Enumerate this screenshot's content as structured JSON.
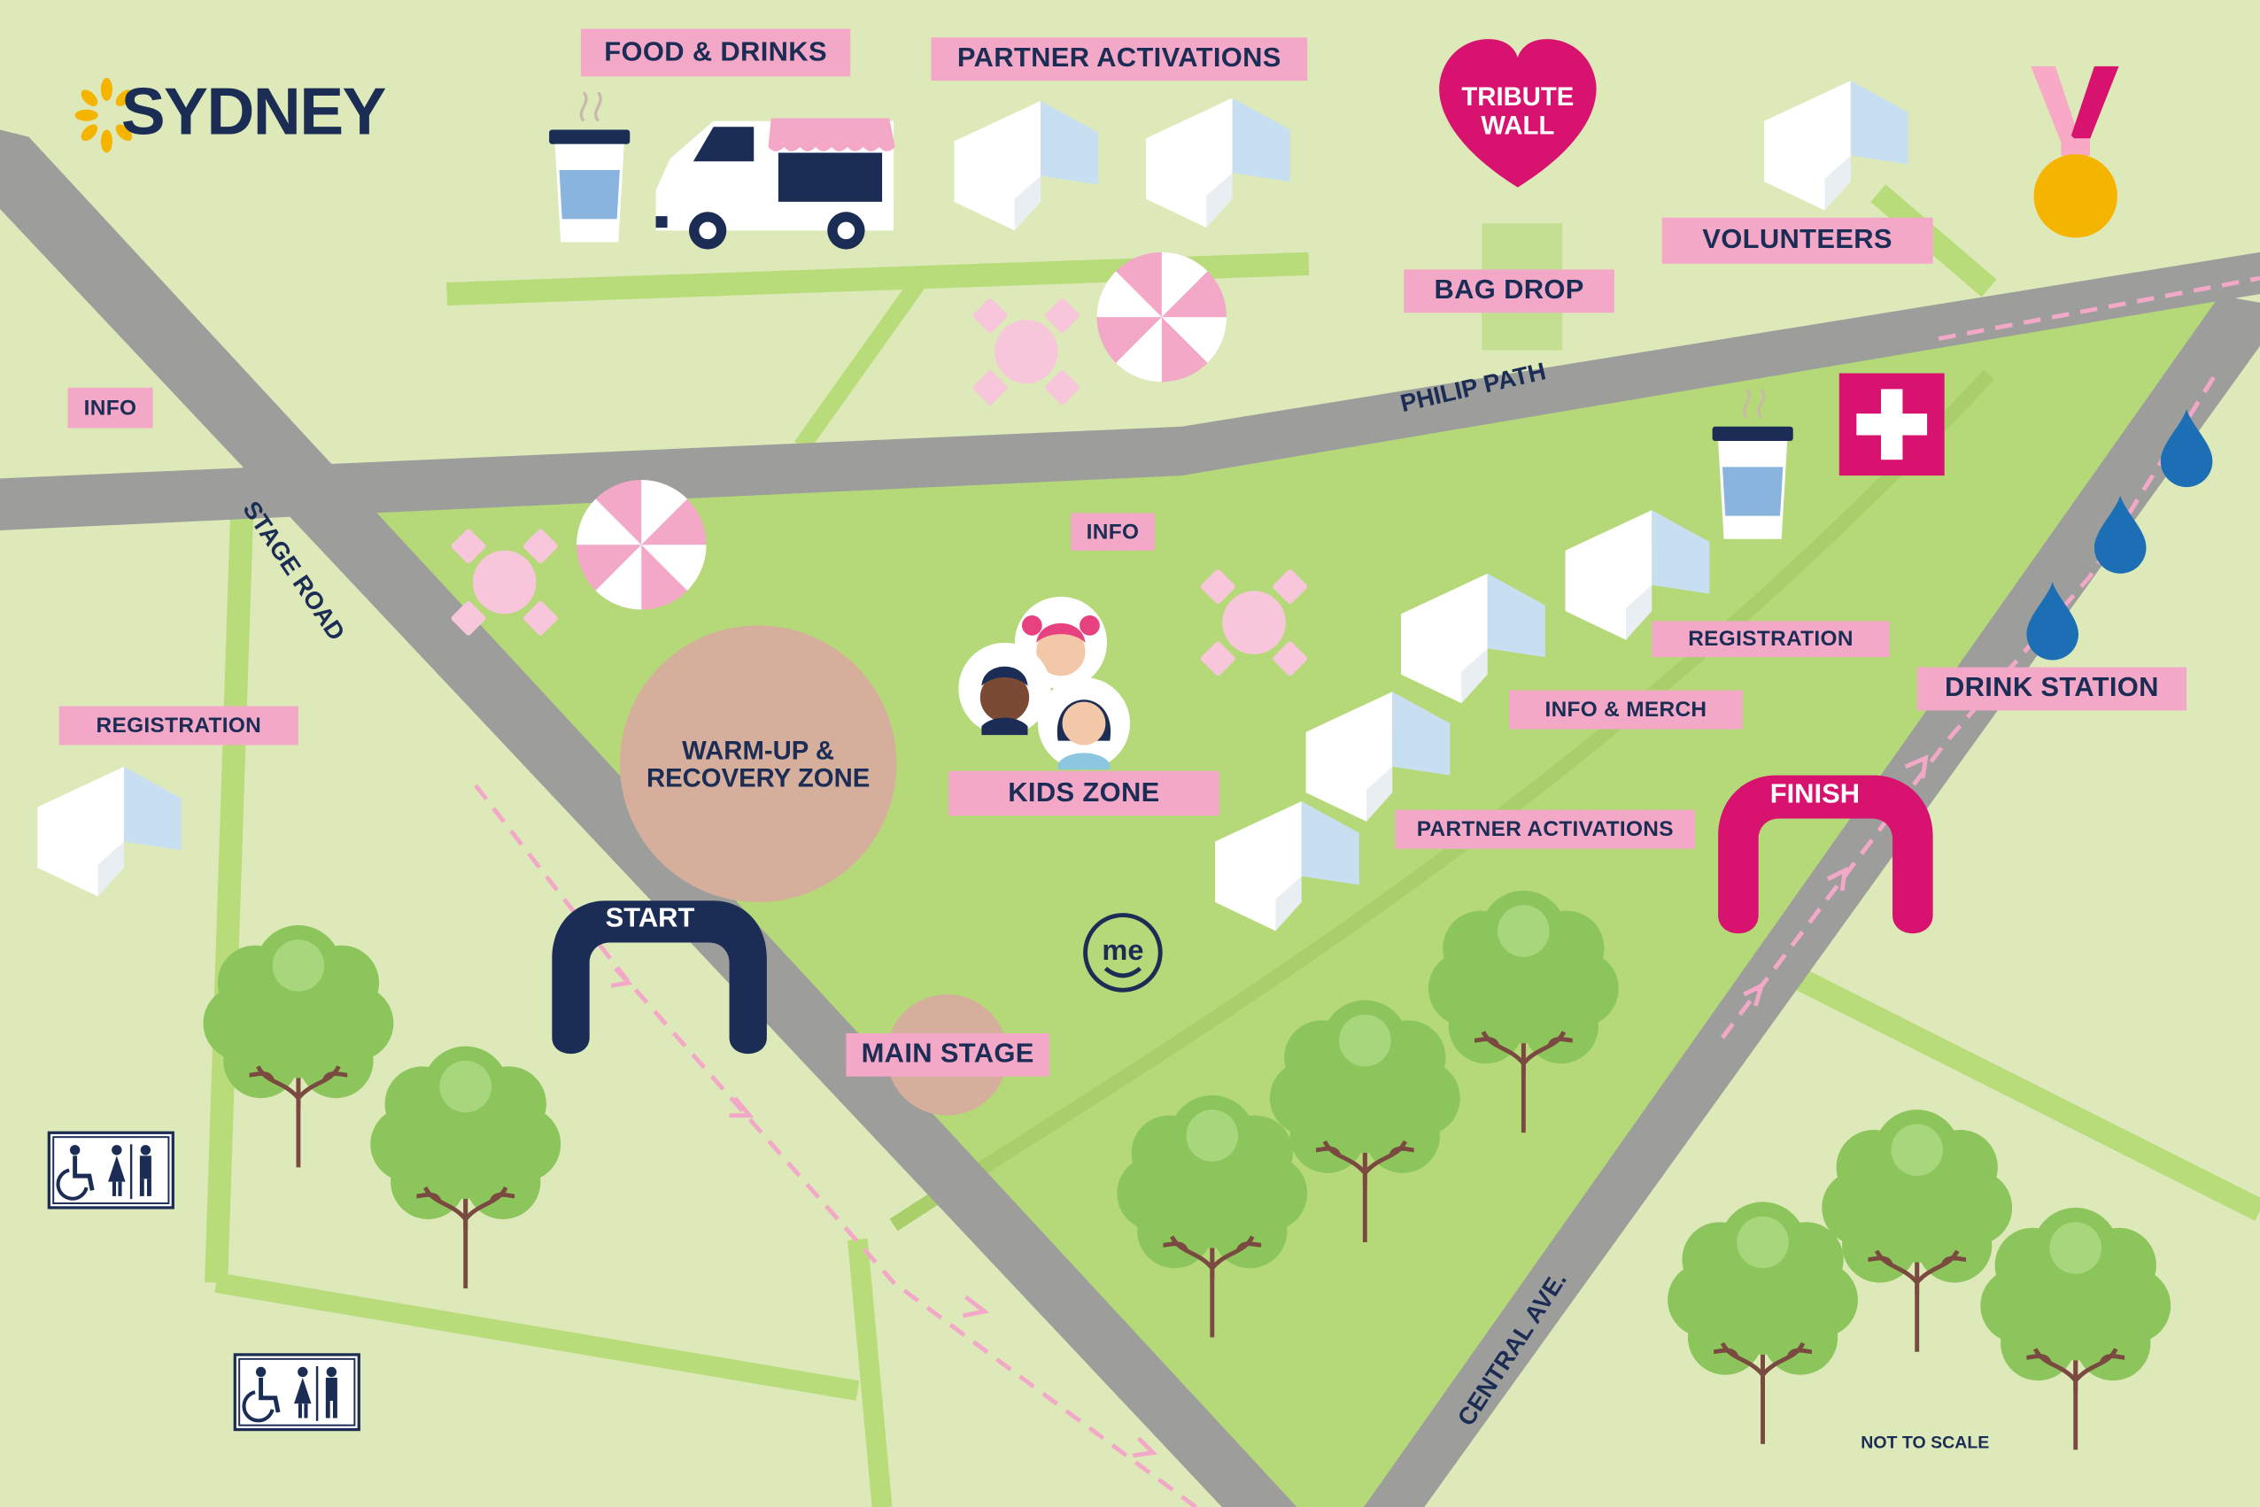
{
  "brand": {
    "name": "SYDNEY",
    "accent": "#f5b400",
    "navy": "#1b2d55"
  },
  "colors": {
    "grass_light": "#dde9b9",
    "park": "#b5d978",
    "path": "#b8dc7a",
    "road": "#9d9e9c",
    "label_pink": "#f3a8c8",
    "magenta": "#d7136f",
    "zone_brown": "#d5ae9c"
  },
  "labels": {
    "food_drinks": "FOOD & DRINKS",
    "partner_activations_top": "PARTNER ACTIVATIONS",
    "tribute_wall_line1": "TRIBUTE",
    "tribute_wall_line2": "WALL",
    "bag_drop": "BAG DROP",
    "volunteers": "VOLUNTEERS",
    "info_left": "INFO",
    "info_center": "INFO",
    "registration_left": "REGISTRATION",
    "registration_right": "REGISTRATION",
    "info_merch": "INFO & MERCH",
    "partner_activations_mid": "PARTNER ACTIVATIONS",
    "drink_station": "DRINK STATION",
    "kids_zone": "KIDS ZONE",
    "warmup_line1": "WARM-UP &",
    "warmup_line2": "RECOVERY ZONE",
    "main_stage": "MAIN STAGE",
    "start": "START",
    "finish": "FINISH",
    "not_to_scale": "NOT TO SCALE"
  },
  "roads": {
    "philip_path": "PHILIP PATH",
    "stage_road": "STAGE ROAD",
    "central_ave": "CENTRAL AVE."
  },
  "icons": {
    "first_aid": "first-aid-cross-icon",
    "coffee": "coffee-cup-icon",
    "water": "water-drop-icon",
    "medal": "medal-icon",
    "toilets": "accessible-toilets-icon",
    "food_truck": "food-truck-icon",
    "tent": "tent-icon",
    "umbrella": "umbrella-icon",
    "picnic_table": "picnic-table-icon",
    "tree": "tree-icon",
    "kids": "kids-faces-icon",
    "logo": "me-logo-icon"
  },
  "logo_text": "me"
}
